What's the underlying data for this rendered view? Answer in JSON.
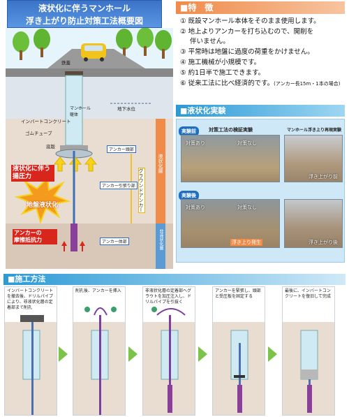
{
  "diagram": {
    "title_line1": "液状化に伴うマンホール",
    "title_line2": "浮き上がり防止対策工法概要図",
    "labels": {
      "cover": "鉄蓋",
      "manhole_body": "マンホール\n躯体",
      "groundwater": "地下水位",
      "invert": "インバートコンクリート",
      "rubber_tube": "ゴムチューブ",
      "base_slab": "底版",
      "anchor_head": "アンカー頭部",
      "uplift": "液状化に伴う\n揚圧力",
      "anchor_tension": "アンカー引張り部",
      "ground_anchor": "グラウンドアンカー",
      "liquefaction": "地盤液状化",
      "anchor_resist": "アンカーの\n摩擦抵抗力",
      "anchor_body": "アンカー体部",
      "liq_layer": "液状化層",
      "non_liq_layer": "非液状化層"
    }
  },
  "features": {
    "heading": "■特　徴",
    "items": [
      {
        "num": "①",
        "text": "既設マンホール本体をそのまま使用します。"
      },
      {
        "num": "②",
        "text": "地上よりアンカーを打ち込むので、開削を",
        "cont": "伴いません。"
      },
      {
        "num": "③",
        "text": "平常時は地盤に過度の荷重をかけません。"
      },
      {
        "num": "④",
        "text": "施工機械が小規模です。"
      },
      {
        "num": "⑤",
        "text": "約1日半で施工できます。"
      },
      {
        "num": "⑥",
        "text": "従来工法に比べ経済的です。",
        "small": "(アンカー長15m・1本の場合)"
      }
    ]
  },
  "liquefaction": {
    "heading": "■液状化実験",
    "before_badge": "実験前",
    "after_badge": "実験後",
    "col1_caption": "対策工法の検証実験",
    "col2_caption": "マンホール浮き上り再現実験",
    "with_measure": "対策あり",
    "without_measure": "対策なし",
    "float_before": "浮き上がり前",
    "float_occur": "浮き上り発生",
    "float_after": "浮き上がり後"
  },
  "construction": {
    "heading": "■施工方法",
    "steps": [
      "インバートコンクリートを撤去後、ドリルパイプにより、非液状化層の定着部まで削孔",
      "削孔後、アンカーを挿入",
      "非液状化層の定着部へグラウトを加圧注入し、ドリルパイプを引抜く",
      "アンカーを緊張し、頭部と受圧板を固定する",
      "最後に、インバートコンクリートを復旧して完成"
    ]
  },
  "colors": {
    "title_blue": "#3a73c8",
    "orange_head": "#f08b4a",
    "blue_head": "#2a9ad6",
    "red_label": "#d9261c",
    "green_arrow": "#7cc34a"
  }
}
